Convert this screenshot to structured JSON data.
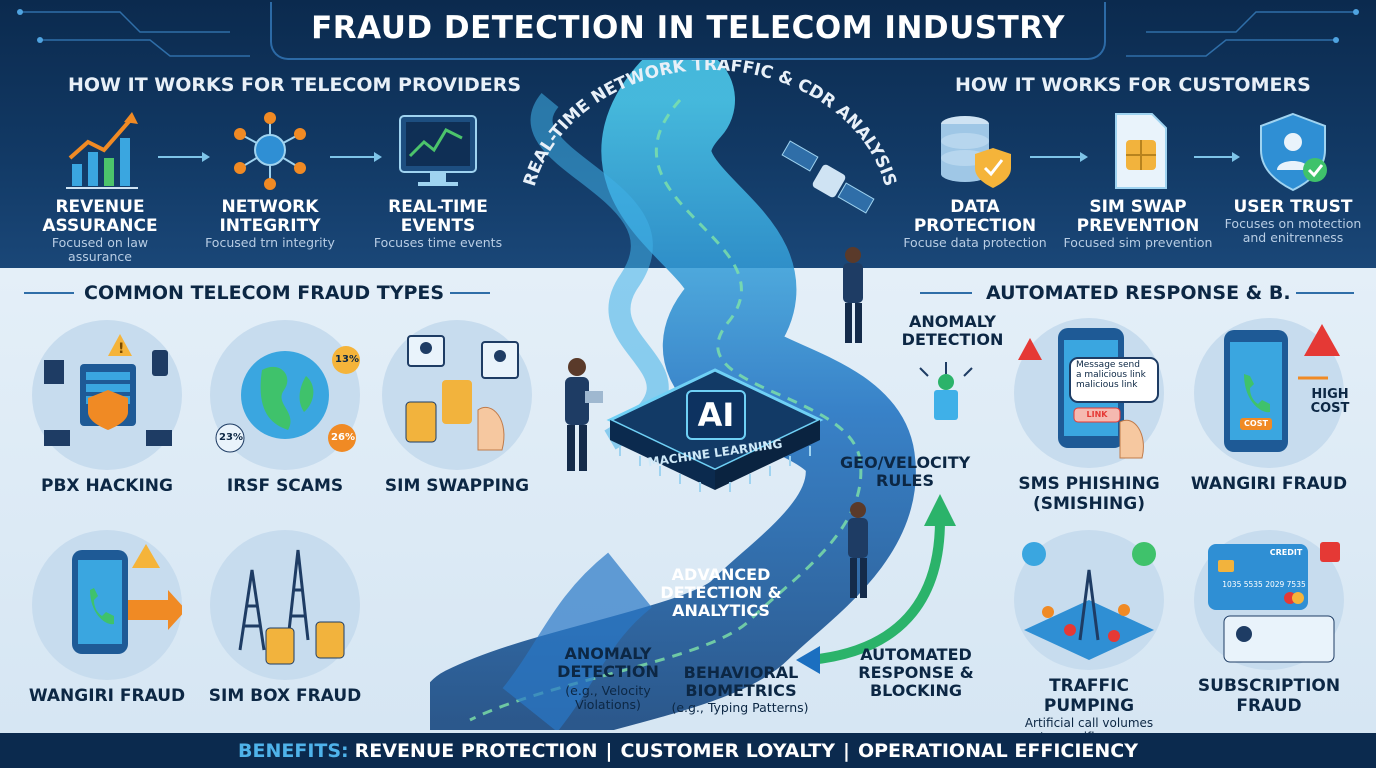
{
  "title": "FRAUD DETECTION IN TELECOM INDUSTRY",
  "providers": {
    "heading": "HOW IT WORKS FOR TELECOM PROVIDERS",
    "steps": [
      {
        "label": "REVENUE\nASSURANCE",
        "sub": "Focused on law assurance",
        "icon": "growth-chart-icon"
      },
      {
        "label": "NETWORK\nINTEGRITY",
        "sub": "Focused trn integrity",
        "icon": "network-globe-icon"
      },
      {
        "label": "REAL-TIME\nEVENTS",
        "sub": "Focuses time events",
        "icon": "monitor-chart-icon"
      }
    ]
  },
  "customers": {
    "heading": "HOW IT WORKS FOR CUSTOMERS",
    "steps": [
      {
        "label": "DATA\nPROTECTION",
        "sub": "Focuse data protection",
        "icon": "database-shield-icon"
      },
      {
        "label": "SIM SWAP\nPREVENTION",
        "sub": "Focused sim prevention",
        "icon": "sim-card-icon"
      },
      {
        "label": "USER TRUST",
        "sub": "Focuses on motection\nand enitrenness",
        "icon": "user-shield-icon"
      }
    ]
  },
  "center": {
    "arc_text": "REAL-TIME NETWORK TRAFFIC & CDR ANALYSIS",
    "chip_main": "AI",
    "chip_sub": "MACHINE LEARNING",
    "anomaly_top": "ANOMALY\nDETECTION",
    "geo": "GEO/VELOCITY\nRULES",
    "advanced": "ADVANCED\nDETECTION &\nANALYTICS",
    "anomaly_bottom": "ANOMALY\nDETECTION",
    "anomaly_bottom_sub": "(e.g., Velocity\nViolations)",
    "behavioral": "BEHAVIORAL\nBIOMETRICS",
    "behavioral_sub": "(e.g., Typing Patterns)",
    "automated": "AUTOMATED\nRESPONSE &\nBLOCKING"
  },
  "fraud_types": {
    "heading": "COMMON TELECOM FRAUD TYPES",
    "items": [
      {
        "label": "PBX HACKING",
        "icon": "pbx-server-icon"
      },
      {
        "label": "IRSF SCAMS",
        "icon": "globe-phone-icon",
        "badges": [
          "13%",
          "23%",
          "26%"
        ]
      },
      {
        "label": "SIM SWAPPING",
        "icon": "sim-swap-icon"
      },
      {
        "label": "WANGIRI FRAUD",
        "icon": "phone-arrow-icon"
      },
      {
        "label": "SIM BOX FRAUD",
        "icon": "cell-tower-icon"
      }
    ]
  },
  "response": {
    "heading": "AUTOMATED RESPONSE & B.",
    "items": [
      {
        "label": "SMS PHISHING\n(SMISHING)",
        "icon": "phone-message-icon",
        "bubble": "Message send\na malicious link\nmalicious link",
        "link": "LINK"
      },
      {
        "label": "WANGIRI FRAUD",
        "icon": "phone-cost-icon",
        "tag": "HIGH\nCOST",
        "cost": "COST"
      },
      {
        "label": "TRAFFIC PUMPING",
        "sub": "Artificial call volumes\nto specific areas",
        "icon": "map-tower-icon"
      },
      {
        "label": "SUBSCRIPTION\nFRAUD",
        "icon": "credit-card-icon",
        "card_label": "CREDIT",
        "card_number": "1035 5535 2029 7535"
      }
    ]
  },
  "footer": {
    "lead": "BENEFITS:",
    "items": [
      "REVENUE PROTECTION",
      "CUSTOMER LOYALTY",
      "OPERATIONAL EFFICIENCY"
    ],
    "separator": "|"
  },
  "colors": {
    "navy": "#0b2a4e",
    "accent": "#4fb3ea",
    "green": "#3fc26b",
    "orange": "#f08a24",
    "red": "#e53935"
  }
}
